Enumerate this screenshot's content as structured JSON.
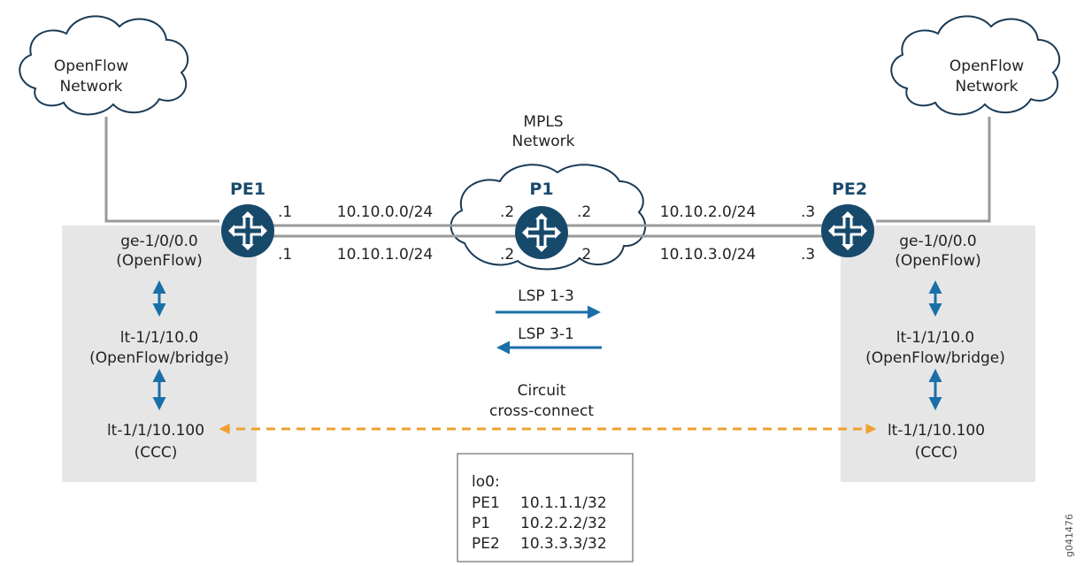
{
  "colors": {
    "router": "#17496b",
    "site_box": "#e6e6e6",
    "link": "#9a9a9a",
    "arrow_blue": "#1a6fa8",
    "arrow_orange": "#f0a030",
    "cloud_stroke": "#1a3a55"
  },
  "clouds": {
    "left": [
      "OpenFlow",
      "Network"
    ],
    "right": [
      "OpenFlow",
      "Network"
    ],
    "mpls": [
      "MPLS",
      "Network"
    ]
  },
  "routers": {
    "pe1": "PE1",
    "p1": "P1",
    "pe2": "PE2"
  },
  "links": {
    "top_left_subnet": "10.10.0.0/24",
    "bottom_left_subnet": "10.10.1.0/24",
    "top_right_subnet": "10.10.2.0/24",
    "bottom_right_subnet": "10.10.3.0/24",
    "pe1_top": ".1",
    "pe1_bottom": ".1",
    "p1_left_top": ".2",
    "p1_left_bottom": ".2",
    "p1_right_top": ".2",
    "p1_right_bottom": ".2",
    "pe2_top": ".3",
    "pe2_bottom": ".3"
  },
  "lsps": {
    "forward": "LSP 1-3",
    "reverse": "LSP 3-1"
  },
  "left_site": {
    "if1": [
      "ge-1/0/0.0",
      "(OpenFlow)"
    ],
    "if2": [
      "lt-1/1/10.0",
      "(OpenFlow/bridge)"
    ],
    "if3": [
      "lt-1/1/10.100",
      "(CCC)"
    ]
  },
  "right_site": {
    "if1": [
      "ge-1/0/0.0",
      "(OpenFlow)"
    ],
    "if2": [
      "lt-1/1/10.0",
      "(OpenFlow/bridge)"
    ],
    "if3": [
      "lt-1/1/10.100",
      "(CCC)"
    ]
  },
  "circuit": [
    "Circuit",
    "cross-connect"
  ],
  "loopback": {
    "title": "lo0:",
    "rows": [
      {
        "name": "PE1",
        "addr": "10.1.1.1/32"
      },
      {
        "name": "P1",
        "addr": "10.2.2.2/32"
      },
      {
        "name": "PE2",
        "addr": "10.3.3.3/32"
      }
    ]
  },
  "figure_id": "g041476"
}
